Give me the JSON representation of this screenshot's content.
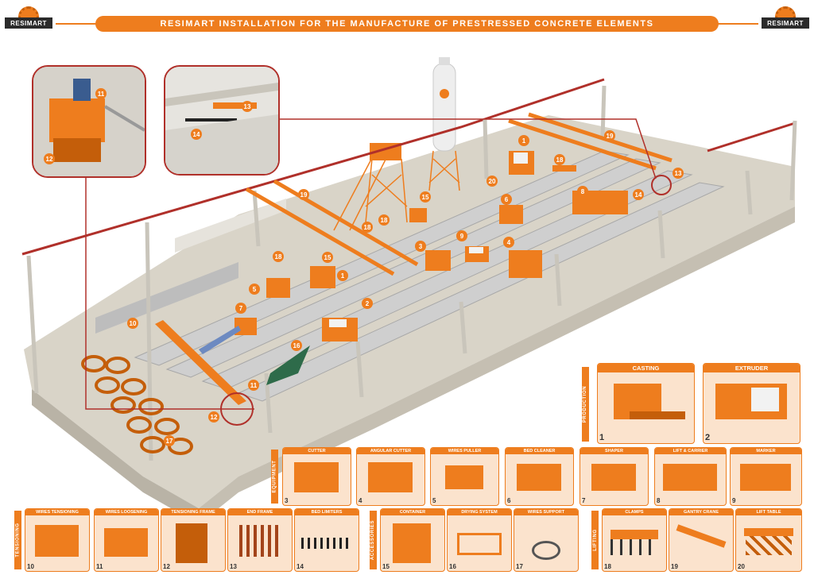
{
  "header": {
    "title": "RESIMART INSTALLATION FOR THE MANUFACTURE OF PRESTRESSED CONCRETE ELEMENTS",
    "logo_left": "RESIMART",
    "logo_right": "RESIMART"
  },
  "groups": {
    "production": "PRODUCTION",
    "equipment": "EQUIPMENT",
    "tensioning": "TENSIONING",
    "accessories": "ACCESSORIES",
    "lifting": "LIFTING"
  },
  "cards": {
    "c1": {
      "label": "CASTING",
      "num": "1"
    },
    "c2": {
      "label": "EXTRUDER",
      "num": "2"
    },
    "c3": {
      "label": "CUTTER",
      "num": "3"
    },
    "c4": {
      "label": "ANGULAR CUTTER",
      "num": "4"
    },
    "c5": {
      "label": "WIRES PULLER",
      "num": "5"
    },
    "c6": {
      "label": "BED CLEANER",
      "num": "6"
    },
    "c7": {
      "label": "SHAPER",
      "num": "7"
    },
    "c8": {
      "label": "LIFT & CARRIER",
      "num": "8"
    },
    "c9": {
      "label": "MARKER",
      "num": "9"
    },
    "c10": {
      "label": "WIRES TENSIONING",
      "num": "10"
    },
    "c11": {
      "label": "WIRES LOOSENING",
      "num": "11"
    },
    "c12": {
      "label": "TENSIONING FRAME",
      "num": "12"
    },
    "c13": {
      "label": "END FRAME",
      "num": "13"
    },
    "c14": {
      "label": "BED LIMITERS",
      "num": "14"
    },
    "c15": {
      "label": "CONTAINER",
      "num": "15"
    },
    "c16": {
      "label": "DRYING SYSTEM",
      "num": "16"
    },
    "c17": {
      "label": "WIRES SUPPORT",
      "num": "17"
    },
    "c18": {
      "label": "CLAMPS",
      "num": "18"
    },
    "c19": {
      "label": "GANTRY CRANE",
      "num": "19"
    },
    "c20": {
      "label": "LIFT TABLE",
      "num": "20"
    }
  },
  "callouts": {
    "n1a": "1",
    "n1b": "1",
    "n2": "2",
    "n3": "3",
    "n4": "4",
    "n5": "5",
    "n6": "6",
    "n7": "7",
    "n8": "8",
    "n9": "9",
    "n10": "10",
    "n11": "11",
    "n12": "12",
    "n13": "13",
    "n14": "14",
    "n15a": "15",
    "n15b": "15",
    "n16": "16",
    "n17": "17",
    "n18a": "18",
    "n18b": "18",
    "n18c": "18",
    "n18d": "18",
    "n19a": "19",
    "n19b": "19",
    "n20": "20",
    "z11": "11",
    "z12": "12",
    "z13": "13",
    "z14": "14"
  },
  "colors": {
    "accent": "#ee7d1e",
    "highlight": "#b0302a",
    "floor": "#d9d4c8"
  }
}
